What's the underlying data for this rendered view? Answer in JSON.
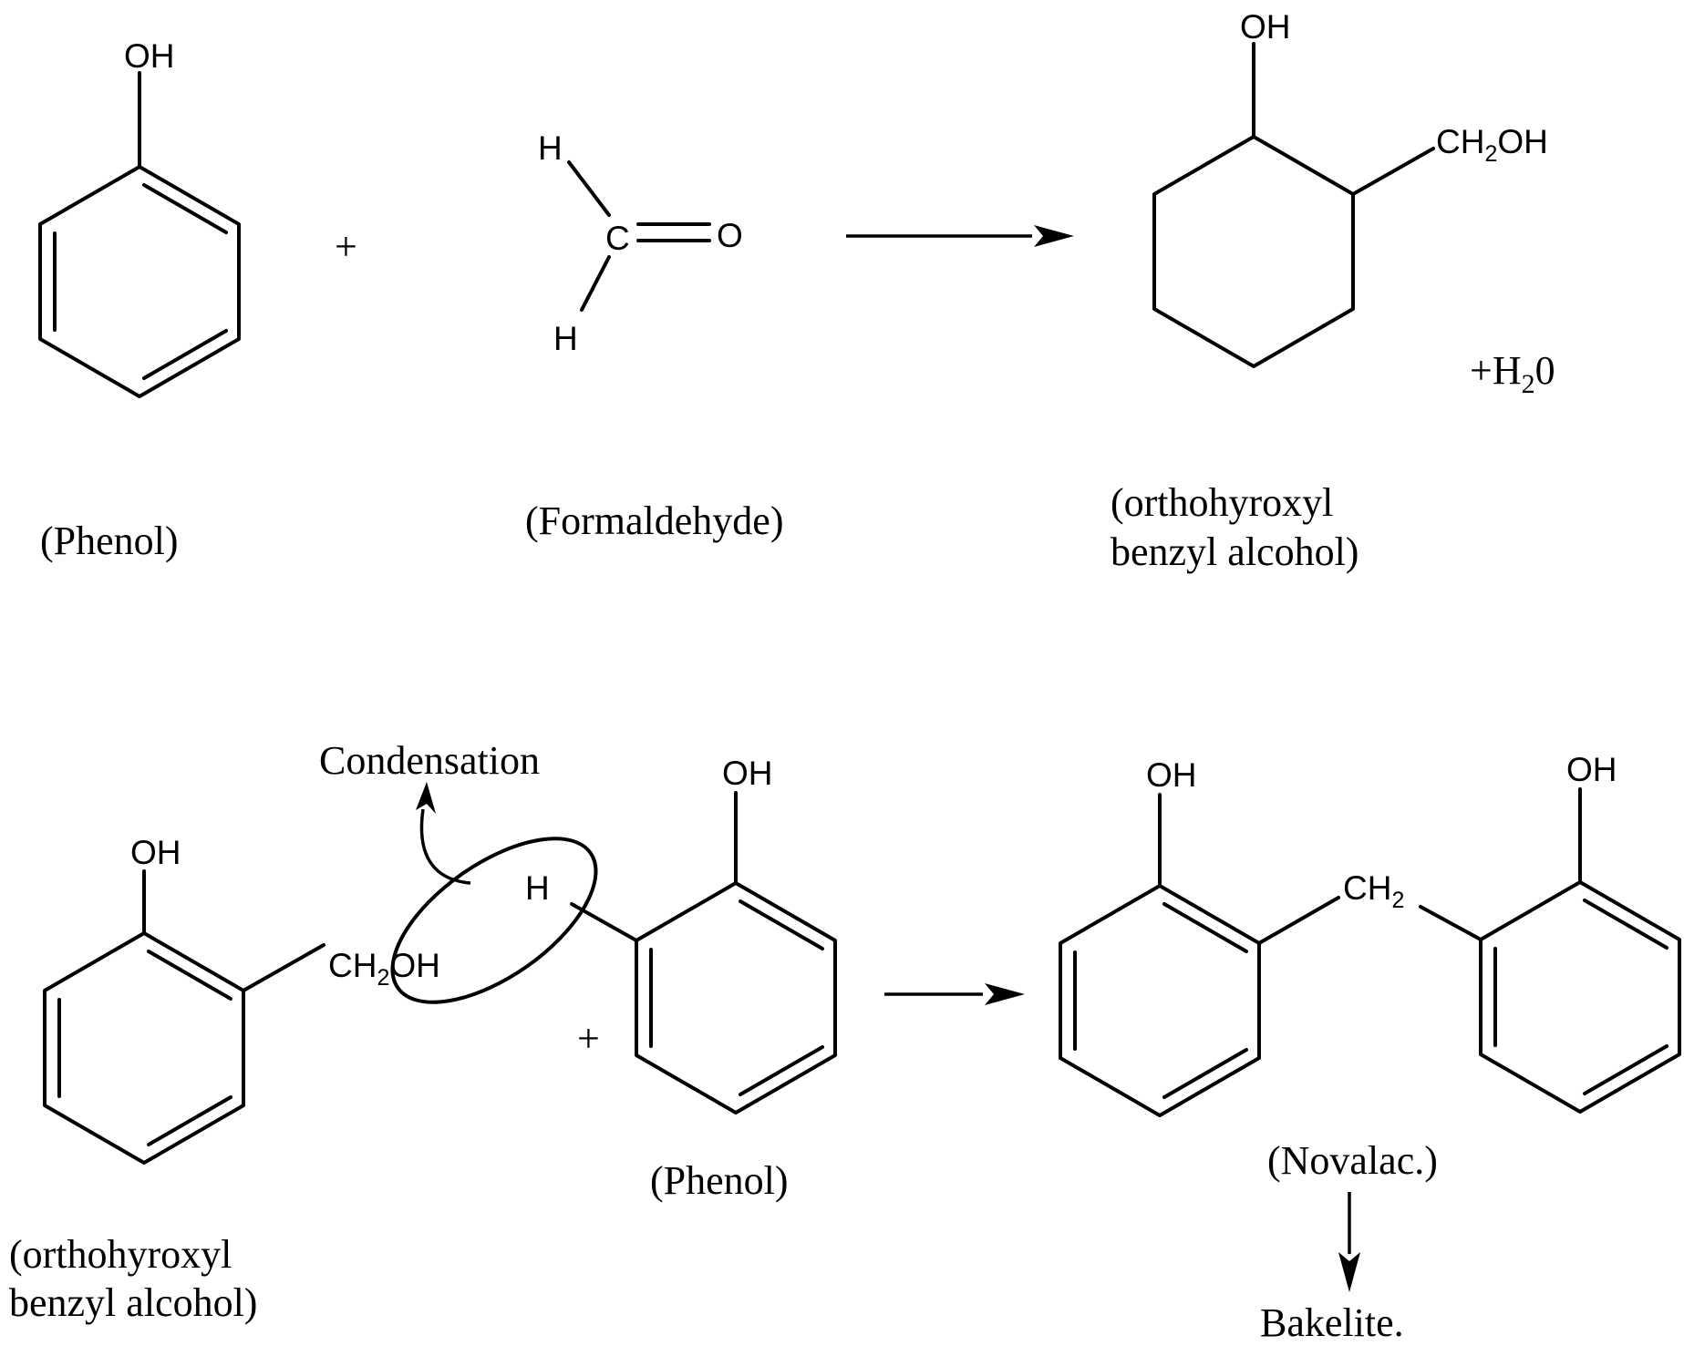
{
  "reaction1": {
    "phenol": {
      "oh": "OH",
      "caption": "(Phenol)"
    },
    "plus": "+",
    "formaldehyde": {
      "h_top": "H",
      "c": "C",
      "o": "O",
      "h_bottom": "H",
      "caption": "(Formaldehyde)"
    },
    "product": {
      "oh": "OH",
      "ch2oh_ch": "CH",
      "ch2oh_sub": "2",
      "ch2oh_oh": "OH",
      "caption_line1": "(orthohyroxyl",
      "caption_line2": "benzyl alcohol)"
    },
    "water": {
      "prefix": "+H",
      "sub": "2",
      "suffix": "0"
    }
  },
  "reaction2": {
    "condensation_label": "Condensation",
    "reactant": {
      "oh": "OH",
      "ch2oh_ch": "CH",
      "ch2oh_sub": "2",
      "ch2oh_oh": "OH",
      "caption_line1": "(orthohyroxyl",
      "caption_line2": "benzyl alcohol)"
    },
    "phenol": {
      "oh": "OH",
      "h": "H",
      "caption": "(Phenol)"
    },
    "plus": "+",
    "novalac": {
      "oh_left": "OH",
      "oh_right": "OH",
      "ch2_ch": "CH",
      "ch2_sub": "2",
      "caption": "(Novalac.)"
    },
    "bakelite": "Bakelite."
  }
}
